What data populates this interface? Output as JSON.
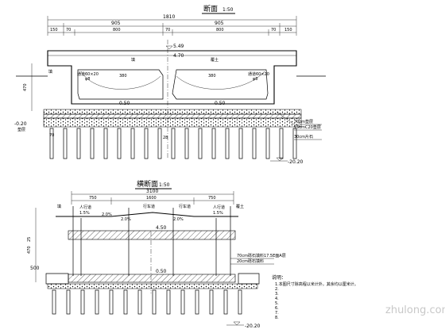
{
  "upper": {
    "title": "断面",
    "scale": "1:50",
    "overall_width": "1810",
    "sub_dims": [
      "905",
      "905"
    ],
    "top_segments": [
      "150",
      "70",
      "800",
      "70",
      "800",
      "70",
      "150"
    ],
    "height_dim": "470",
    "level_top": "5.49",
    "level_mid": "4.70",
    "level_bottom": "0.50",
    "level_invert_left": "0.50",
    "level_invert_right": "0.50",
    "level_ground": "-0.20",
    "level_pile": "-20.20",
    "left_fill_label": "填",
    "fill_label": "填",
    "fill_label_right": "覆土",
    "left_opening": "通道60×20",
    "right_opening": "通道60×20",
    "left_pipe": "φ8",
    "right_pipe": "φ8",
    "slope_left": "380",
    "slope_right": "380",
    "center_dim": "28",
    "layer_notes": [
      "70cm垫层",
      "15cmC20垫层",
      "30cm片石"
    ],
    "small_label_left": "垫层",
    "small_label_right": "70",
    "left_70": "70"
  },
  "lower": {
    "title": "横断面",
    "scale": "1:50",
    "overall_width": "3100",
    "sub_dims": [
      "750",
      "1600",
      "750"
    ],
    "level_top": "4.50",
    "level_mid": "4.50",
    "level_bottom": "0.50",
    "level_pile": "-20.20",
    "height_470": "470",
    "dim_500": "500",
    "dim_25": "25",
    "slope_left": "2.0%",
    "slope_mid_left": "2.0%",
    "slope_mid_right": "2.0%",
    "slope_right": "1.5%",
    "slope_small_left": "1.5%",
    "lane_left": "人行道",
    "lane_mid": "行车道",
    "lane_right": "人行道",
    "lane_mid2": "行车道",
    "note_fill_1": "70cm砾石填料17.5E面A层",
    "note_fill_2": "20cm砾石填料",
    "label_left": "填",
    "label_right": "覆土",
    "notes_title": "说明：",
    "notes": [
      "1.本图尺寸除高程以米计外，其余均以厘米计。",
      "2.",
      "3.",
      "4.",
      "5.",
      "6.",
      "7.",
      "8."
    ]
  },
  "watermark": "zhulong.com"
}
